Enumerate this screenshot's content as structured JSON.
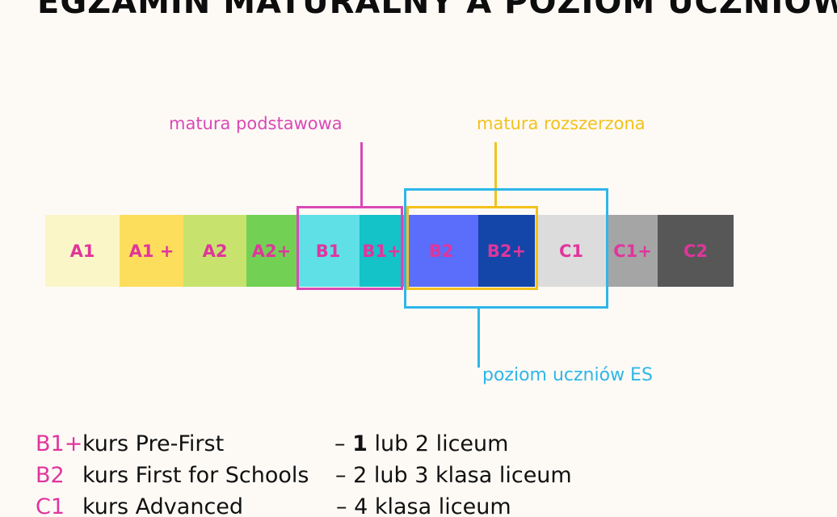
{
  "title": "EGZAMIN MATURALNY A POZIOM UCZNIÓW ES",
  "levels": [
    {
      "label": "A1",
      "bg": "#fbf6c8",
      "fg": "#e0359c"
    },
    {
      "label": "A1 +",
      "bg": "#fddd5c",
      "fg": "#e0359c"
    },
    {
      "label": "A2",
      "bg": "#c7e36d",
      "fg": "#e0359c"
    },
    {
      "label": "A2+",
      "bg": "#72d154",
      "fg": "#e0359c"
    },
    {
      "label": "B1",
      "bg": "#5ee0e6",
      "fg": "#e0359c"
    },
    {
      "label": "B1+",
      "bg": "#13c3c8",
      "fg": "#e0359c"
    },
    {
      "label": "B2",
      "bg": "#5a6dfb",
      "fg": "#e0359c"
    },
    {
      "label": "B2+",
      "bg": "#1445a8",
      "fg": "#e0359c"
    },
    {
      "label": "C1",
      "bg": "#dcdcdc",
      "fg": "#e0359c"
    },
    {
      "label": "C1+",
      "bg": "#a5a5a5",
      "fg": "#e0359c"
    },
    {
      "label": "C2",
      "bg": "#575757",
      "fg": "#e0359c"
    }
  ],
  "annotations": {
    "basic": {
      "text": "matura podstawowa",
      "color": "#d949b5"
    },
    "extended": {
      "text": "matura rozszerzona",
      "color": "#f2c21b"
    },
    "es": {
      "text": "poziom uczniów ES",
      "color": "#2eb6e8"
    }
  },
  "legend": [
    {
      "code": "B1+",
      "course": "kurs Pre-First",
      "dash": "–",
      "num": "1",
      "rest": "lub 2 liceum"
    },
    {
      "code": "B2",
      "course": "kurs First for Schools",
      "dash": "–",
      "num": "2",
      "rest": "lub 3 klasa liceum"
    },
    {
      "code": "C1",
      "course": "kurs Advanced",
      "dash": "–",
      "num": "4",
      "rest": "klasa liceum"
    }
  ]
}
